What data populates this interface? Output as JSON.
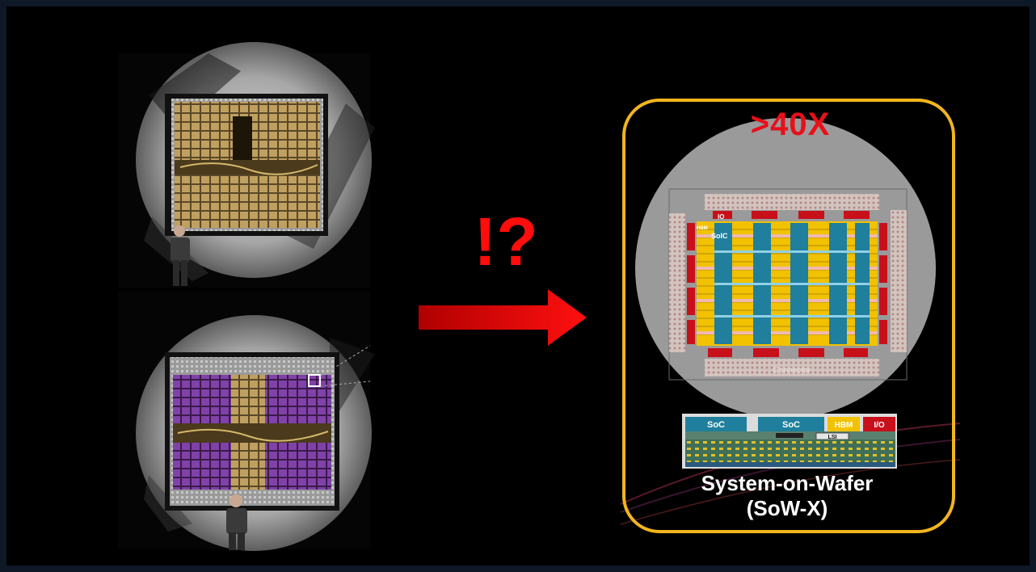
{
  "labels": {
    "question": "!?",
    "multiplier": ">40X",
    "io_top": "IO",
    "hbm_tag": "HBM",
    "soic": "SoIC",
    "connector": "Connector",
    "cross_soc_1": "SoC",
    "cross_soc_2": "SoC",
    "cross_hbm": "HBM",
    "cross_io": "I/O",
    "cross_lsi": "LSI",
    "title_line1": "System-on-Wafer",
    "title_line2": "(SoW-X)"
  },
  "colors": {
    "arrow": "#e01010",
    "frame": "#f2b51c",
    "soc_blue": "#1f7f9c",
    "hbm_yellow": "#f2c200",
    "io_red": "#c8101a",
    "wafer_gray": "#9a9a9a",
    "chip_gold": "#b99858",
    "chip_purple": "#7a3aa0"
  }
}
